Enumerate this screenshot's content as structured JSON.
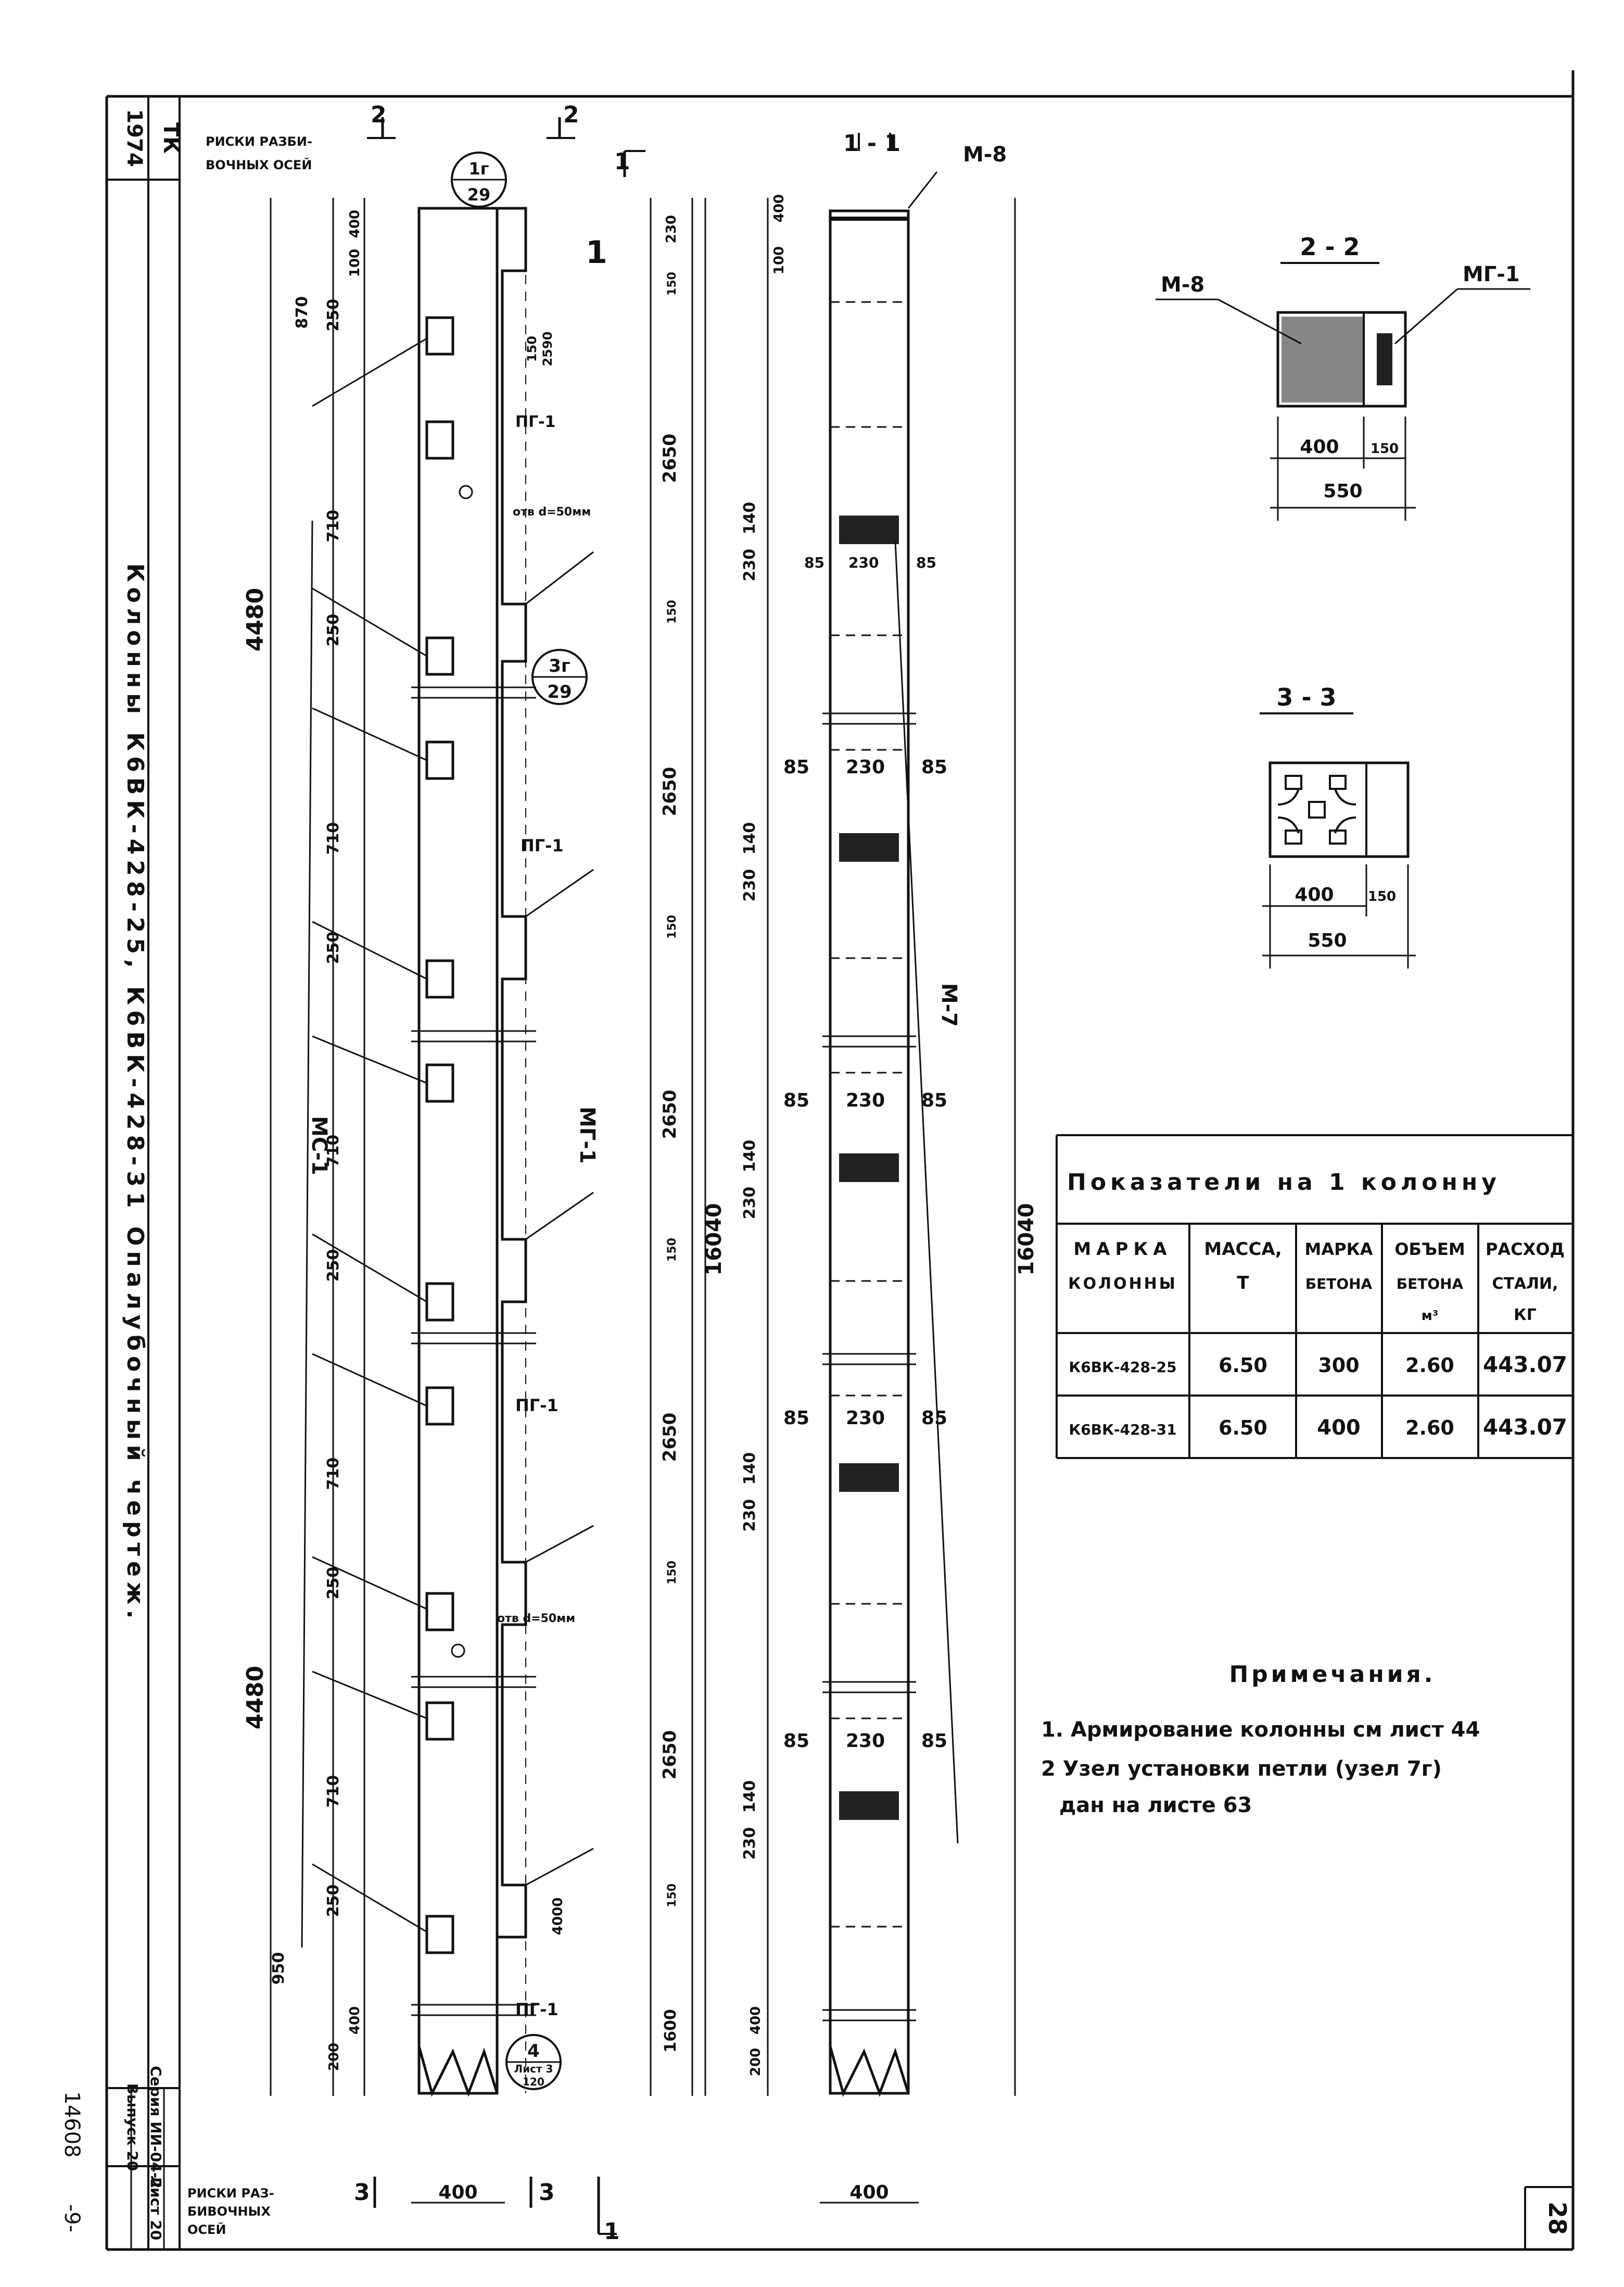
{
  "title_block": {
    "year": "1974",
    "org": "ТК",
    "title": "Колонны К6ВК-428-25, К6ВК-428-31  Опалубочный чертеж.",
    "series": "Серия ИИ-04-2",
    "issue": "Выпуск 20",
    "sheet": "Лист 20",
    "archive_no": "14608",
    "archive_sub": "-9-",
    "page_number": "28"
  },
  "elevation_left": {
    "section_marks": [
      "2",
      "2",
      "1",
      "1",
      "3",
      "3"
    ],
    "axis_label_top_line1": "РИСКИ РАЗБИ-",
    "axis_label_top_line2": "ВОЧНЫХ ОСЕЙ",
    "axis_label_bottom_line1": "РИСКИ РАЗ-",
    "axis_label_bottom_line2": "БИВОЧНЫХ",
    "axis_label_bottom_line3": "ОСЕЙ",
    "callout_top": {
      "num": "1г",
      "den": "29"
    },
    "callout_mid": {
      "num": "3г",
      "den": "29"
    },
    "callout_bottom": {
      "num": "4",
      "den": "Лист 3",
      "den2": "120"
    },
    "marker_1": "1",
    "labels": {
      "pg1": "ПГ-1",
      "hole": "отв d=50мм",
      "mg1": "МГ-1",
      "mc1": "МС-1"
    },
    "dims_left_outer": [
      "870",
      "4480",
      "4480",
      "950"
    ],
    "dims_left_inner": [
      "400",
      "100",
      "250",
      "710",
      "250",
      "710",
      "250",
      "710",
      "250",
      "710",
      "250",
      "710",
      "250",
      "200",
      "400"
    ],
    "dims_right": [
      "230",
      "150",
      "2650",
      "150",
      "2650",
      "150",
      "2650",
      "150",
      "2650",
      "150",
      "2650",
      "150",
      "1600"
    ],
    "dim_total": "16040",
    "dim_width": "400",
    "dim_small": [
      "150",
      "2590"
    ],
    "dim_4000": "4000"
  },
  "elevation_right": {
    "section": "1 - 1",
    "label_m8": "М-8",
    "label_m7": "М-7",
    "dims_left": [
      "400",
      "100",
      "230",
      "140",
      "230",
      "140",
      "230",
      "140",
      "230",
      "140",
      "230",
      "140",
      "200",
      "400"
    ],
    "insert_dims": [
      "85",
      "230",
      "85"
    ],
    "dim_total": "16040",
    "dim_width": "400"
  },
  "section_2_2": {
    "title": "2 - 2",
    "label_m8": "М-8",
    "label_mg1": "МГ-1",
    "dims": [
      "400",
      "150",
      "550"
    ]
  },
  "section_3_3": {
    "title": "3 - 3",
    "dims": [
      "400",
      "150",
      "550"
    ]
  },
  "table": {
    "caption": "Показатели на 1 колонну",
    "headers": [
      [
        "МАРКА",
        "КОЛОННЫ"
      ],
      [
        "МАССА,",
        "Т"
      ],
      [
        "МАРКА",
        "БЕТОНА"
      ],
      [
        "ОБЪЕМ",
        "БЕТОНА",
        "м³"
      ],
      [
        "РАСХОД",
        "СТАЛИ,",
        "КГ"
      ]
    ],
    "rows": [
      [
        "К6ВК-428-25",
        "6.50",
        "300",
        "2.60",
        "443.07"
      ],
      [
        "К6ВК-428-31",
        "6.50",
        "400",
        "2.60",
        "443.07"
      ]
    ]
  },
  "notes": {
    "title": "Примечания.",
    "items": [
      "1. Армирование колонны см лист 44",
      "2 Узел установки петли (узел 7г)",
      "дан на листе 63"
    ]
  }
}
